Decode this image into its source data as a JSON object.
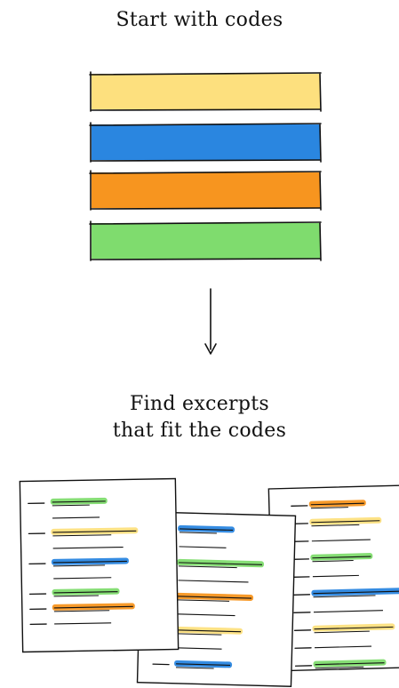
{
  "top_label": "Start with codes",
  "bottom_label": {
    "line1": "Find excerpts",
    "line2": "that fit the codes"
  },
  "codes": [
    {
      "name": "yellow-code",
      "color": "#fde07e"
    },
    {
      "name": "blue-code",
      "color": "#2a86e0"
    },
    {
      "name": "orange-code",
      "color": "#f7951f"
    },
    {
      "name": "green-code",
      "color": "#7fdc6e"
    }
  ],
  "colors": {
    "outline": "#111111",
    "yellow": "#fde07e",
    "blue": "#2a86e0",
    "orange": "#f7951f",
    "green": "#7fdc6e",
    "page": "#ffffff"
  },
  "documents": [
    {
      "name": "document-back-right",
      "lines": [
        "orange",
        "yellow",
        "none",
        "green",
        "none",
        "blue",
        "none",
        "yellow",
        "none",
        "green"
      ]
    },
    {
      "name": "document-middle",
      "lines": [
        "blue",
        "none",
        "green",
        "none",
        "orange",
        "none",
        "yellow",
        "none",
        "blue"
      ]
    },
    {
      "name": "document-front-left",
      "lines": [
        "green",
        "none",
        "yellow",
        "none",
        "blue",
        "none",
        "green",
        "orange",
        "none"
      ]
    }
  ]
}
